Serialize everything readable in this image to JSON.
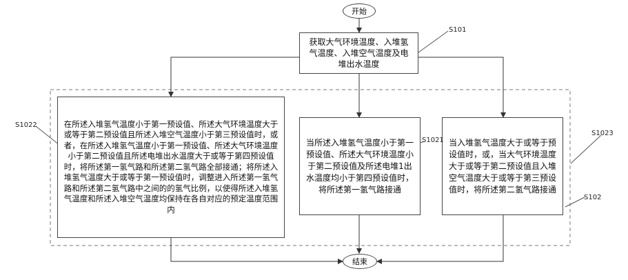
{
  "start_label": "开始",
  "end_label": "结束",
  "steps": {
    "s101_text": "获取大气环境温度、入堆氢气温度、入堆空气温度及电堆出水温度",
    "s1021_text": "当所述入堆氢气温度小于第一预设值、所述大气环境温度小于第二预设值及所述电堆1出水温度均小于第四预设值时，将所述第一氢气路接通",
    "s1022_text": "在所述入堆氢气温度小于第一预设值、所述大气环境温度大于或等于第二预设值且所述入堆空气温度小于第三预设值时，或者，在所述入堆氢气温度小于第一预设值、所述大气环境温度小于第二预设值且所述电堆出水温度大于或等于第四预设值时，将所述第一氢气路和所述第二氢气路全部接通；将所述入堆氢气温度大于或等于第一预设值时，调整进入所述第一氢气路和所述第二氢气路中之间的的氢气比例，以使得所述入堆氢气温度和所述入堆空气温度均保持在各自对应的预定温度范围内",
    "s1023_text": "当入堆氢气温度大于或等于预设值时，或，当大气环境温度大于或等于第二预设值且入堆空气温度大于或等于第三预设值时，将所述第二氢气路接通"
  },
  "labels": {
    "s101": "S101",
    "s1022": "S1022",
    "s1021": "S1021",
    "s1023": "S1023",
    "s102": "S102"
  }
}
